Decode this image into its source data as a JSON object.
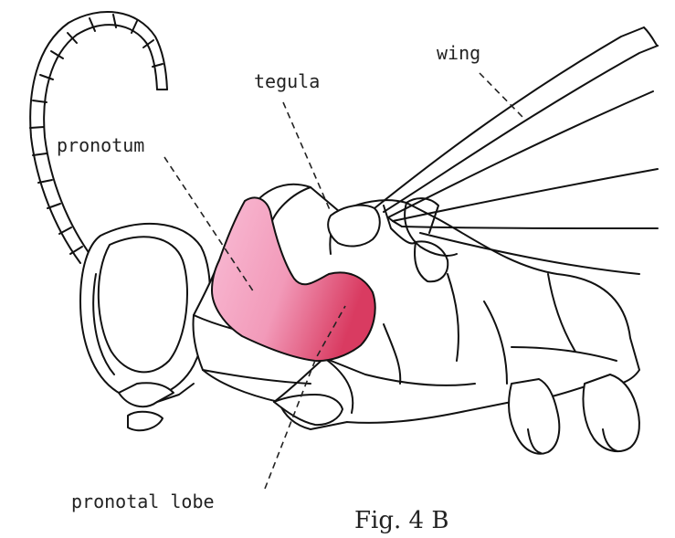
{
  "labels": {
    "wing": "wing",
    "tegula": "tegula",
    "pronotum": "pronotum",
    "pronotal_lobe": "pronotal lobe"
  },
  "caption": "Fig. 4 B",
  "colors": {
    "pronotum_light": "#f7b4cf",
    "pronotum_dark": "#d83a5e",
    "outline": "#111111",
    "background": "#ffffff"
  }
}
